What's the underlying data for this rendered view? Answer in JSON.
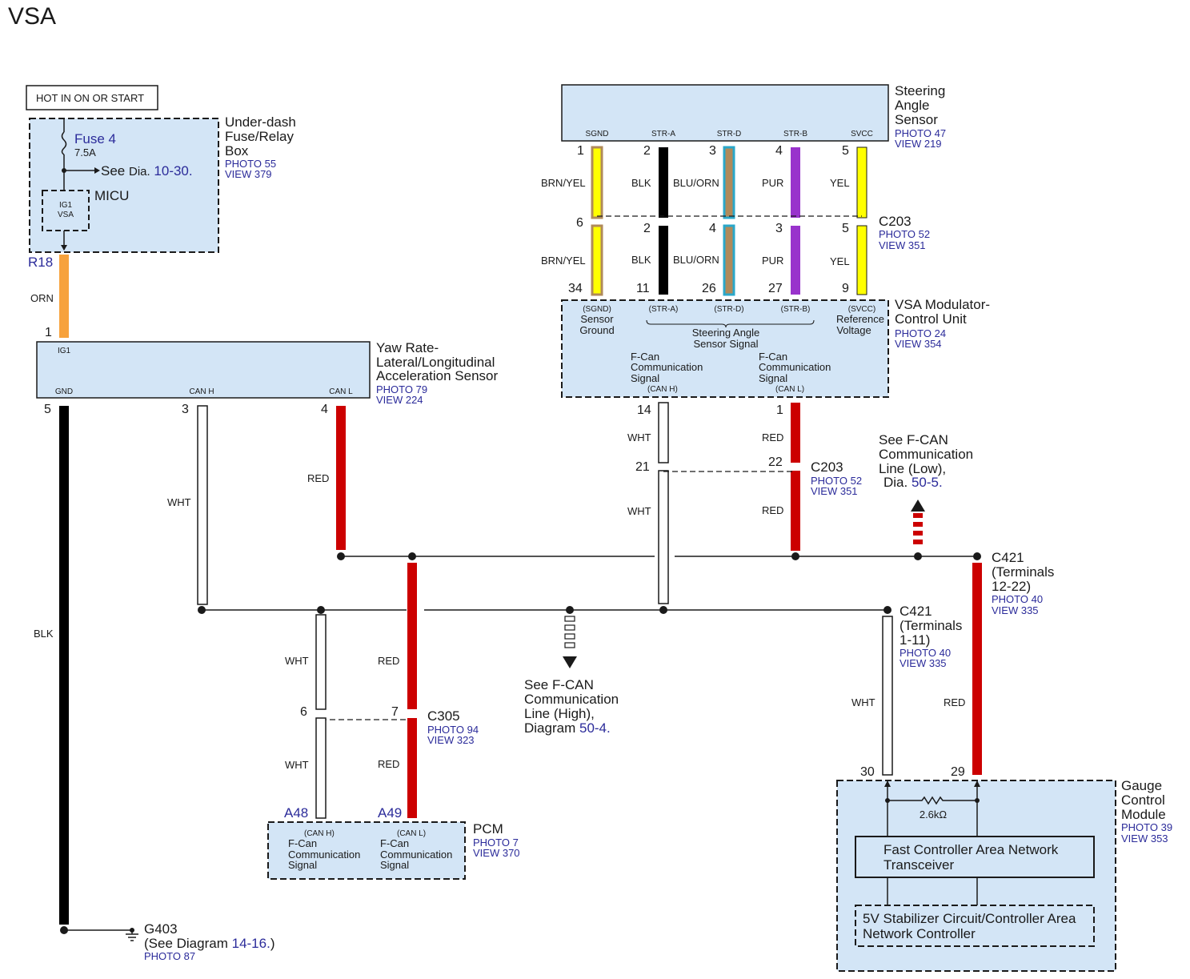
{
  "title": "VSA",
  "colors": {
    "box_fill": "#d3e5f6",
    "orn": "#f7a23c",
    "red": "#cc0000",
    "blk": "#000000",
    "yel": "#ffff00",
    "pur": "#9933cc",
    "blu_orn": "#2aa7c9",
    "brn_yel": "#b08a5a",
    "link_blue": "#2b2b9a"
  },
  "hot_label": "HOT IN ON OR START",
  "fuse_box": {
    "fuse_label": "Fuse 4",
    "fuse_rating": "7.5A",
    "see_prefix": "See",
    "see_dia": "Dia.",
    "see_ref": "10-30.",
    "micu_label": "MICU",
    "ig1_label": "IG1",
    "vsa_label": "VSA",
    "name": [
      "Under-dash",
      "Fuse/Relay",
      "Box"
    ],
    "photo": "PHOTO 55",
    "view": "VIEW 379",
    "terminal": "R18"
  },
  "orn_wire": "ORN",
  "yaw_sensor": {
    "pin_num": "1",
    "ig1": "IG1",
    "gnd": "GND",
    "can_h": "CAN H",
    "can_l": "CAN L",
    "name": [
      "Yaw Rate-",
      "Lateral/Longitudinal",
      "Acceleration Sensor"
    ],
    "photo": "PHOTO 79",
    "view": "VIEW 224",
    "pin_gnd": "5",
    "pin_can_h": "3",
    "pin_can_l": "4"
  },
  "yaw_wires": {
    "blk": "BLK",
    "wht": "WHT",
    "red": "RED"
  },
  "steering_sensor": {
    "name": [
      "Steering",
      "Angle",
      "Sensor"
    ],
    "photo": "PHOTO 47",
    "view": "VIEW 219",
    "pins": [
      {
        "label": "SGND",
        "num": "1",
        "wire": "BRN/YEL",
        "c203": "6",
        "vsa": "34",
        "vsa_label": "(SGND)"
      },
      {
        "label": "STR-A",
        "num": "2",
        "wire": "BLK",
        "c203": "2",
        "vsa": "11",
        "vsa_label": "(STR-A)"
      },
      {
        "label": "STR-D",
        "num": "3",
        "wire": "BLU/ORN",
        "c203": "4",
        "vsa": "26",
        "vsa_label": "(STR-D)"
      },
      {
        "label": "STR-B",
        "num": "4",
        "wire": "PUR",
        "c203": "3",
        "vsa": "27",
        "vsa_label": "(STR-B)"
      },
      {
        "label": "SVCC",
        "num": "5",
        "wire": "YEL",
        "c203": "5",
        "vsa": "9",
        "vsa_label": "(SVCC)"
      }
    ]
  },
  "c203_top": {
    "name": "C203",
    "photo": "PHOTO 52",
    "view": "VIEW 351"
  },
  "vsa_unit": {
    "name": [
      "VSA Modulator-",
      "Control Unit"
    ],
    "photo": "PHOTO 24",
    "view": "VIEW 354",
    "sgnd_desc": [
      "Sensor",
      "Ground"
    ],
    "svcc_desc": [
      "Reference",
      "Voltage"
    ],
    "steer_desc": [
      "Steering Angle",
      "Sensor Signal"
    ],
    "canh_desc": [
      "F-Can",
      "Communication",
      "Signal",
      "(CAN H)"
    ],
    "canl_desc": [
      "F-Can",
      "Communication",
      "Signal",
      "(CAN L)"
    ],
    "pin_can_h": "14",
    "pin_can_l": "1"
  },
  "vsa_wires": {
    "wht": "WHT",
    "red": "RED"
  },
  "c203_mid": {
    "name": "C203",
    "photo": "PHOTO 52",
    "view": "VIEW 351",
    "pin_h": "21",
    "pin_l": "22"
  },
  "fcan_low": {
    "lines": [
      "See F-CAN",
      "Communication",
      "Line (Low),"
    ],
    "dia_prefix": "Dia.",
    "dia_ref": "50-5."
  },
  "fcan_high": {
    "lines": [
      "See F-CAN",
      "Communication",
      "Line (High),"
    ],
    "dia_prefix": "Diagram",
    "dia_ref": "50-4."
  },
  "c421_12": {
    "name": "C421",
    "sub": [
      "(Terminals",
      "12-22)"
    ],
    "photo": "PHOTO 40",
    "view": "VIEW 335"
  },
  "c421_1": {
    "name": "C421",
    "sub": [
      "(Terminals",
      "1-11)"
    ],
    "photo": "PHOTO 40",
    "view": "VIEW 335"
  },
  "c305": {
    "name": "C305",
    "photo": "PHOTO 94",
    "view": "VIEW 323",
    "pin_h": "6",
    "pin_l": "7"
  },
  "pcm_wires": {
    "wht": "WHT",
    "red": "RED"
  },
  "pcm": {
    "name": "PCM",
    "photo": "PHOTO 7",
    "view": "VIEW 370",
    "pin_h": "A48",
    "pin_l": "A49",
    "canh_desc": [
      "(CAN H)",
      "F-Can",
      "Communication",
      "Signal"
    ],
    "canl_desc": [
      "(CAN L)",
      "F-Can",
      "Communication",
      "Signal"
    ]
  },
  "gauge": {
    "name": [
      "Gauge",
      "Control",
      "Module"
    ],
    "photo": "PHOTO 39",
    "view": "VIEW 353",
    "pin_h": "30",
    "pin_l": "29",
    "resistor": "2.6kΩ",
    "transceiver": [
      "Fast Controller Area Network",
      "Transceiver"
    ],
    "stabilizer": [
      "5V Stabilizer Circuit/Controller Area",
      "Network Controller"
    ]
  },
  "gauge_wires": {
    "wht": "WHT",
    "red": "RED"
  },
  "ground": {
    "name": "G403",
    "see_prefix": "(See Diagram",
    "see_ref": "14-16.",
    "see_suffix": ")",
    "photo": "PHOTO 87"
  }
}
